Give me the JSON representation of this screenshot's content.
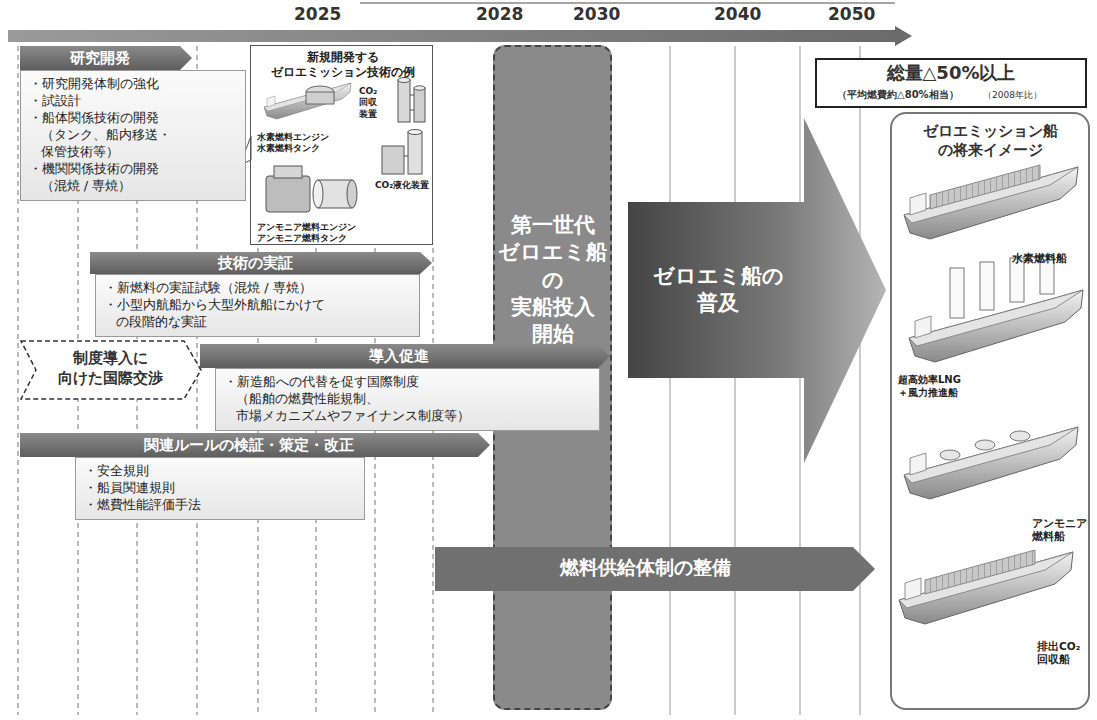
{
  "diagram": {
    "nodes": [
      {
        "text": [
          "研究開発",
          "・研究開発体制の強化",
          "・試設計",
          "・船体関係技術の開発 （タンク、船内移送・ 保管技術等）",
          "・機関関係技術の開発 （混焼 / 専焼）"
        ]
      },
      {
        "text": [
          "新規開発する ゼロエミッション技術の例",
          "水素燃料エンジン 水素燃料タンク",
          "CO₂ 回収 装置",
          "CO₂液化装置",
          "アンモニア燃料エンジン アンモニア燃料タンク"
        ]
      },
      {
        "text": [
          "技術の実証",
          "・新燃料の実証試験（混焼 / 専焼）",
          "・小型内航船から大型外航船にかけて の段階的な実証"
        ]
      },
      {
        "text": [
          "制度導入に 向けた国際交渉"
        ]
      },
      {
        "text": [
          "導入促進",
          "・新造船への代替を促す国際制度 （船舶の燃費性能規制、 市場メカニズムやファイナンス制度等）"
        ]
      },
      {
        "text": [
          "関連ルールの検証・策定・改正",
          "・安全規則",
          "・船員関連規則",
          "・燃費性能評価手法"
        ]
      },
      {
        "text": [
          "第一世代 ゼロエミ船 の 実船投入 開始"
        ]
      },
      {
        "text": [
          "燃料供給体制の整備"
        ]
      },
      {
        "text": [
          "ゼロエミ船の 普及"
        ]
      },
      {
        "text": [
          "総量△50%以上",
          "（平均燃費約△80%相当）",
          "（2008年比）"
        ]
      },
      {
        "text": [
          "ゼロエミッション船 の将来イメージ",
          "水素燃料船",
          "超高効率LNG ＋風力推進船",
          "アンモニア 燃料船",
          "排出CO₂ 回収船"
        ]
      }
    ],
    "labels": [
      "2025",
      "2028",
      "2030",
      "2040",
      "2050"
    ]
  }
}
